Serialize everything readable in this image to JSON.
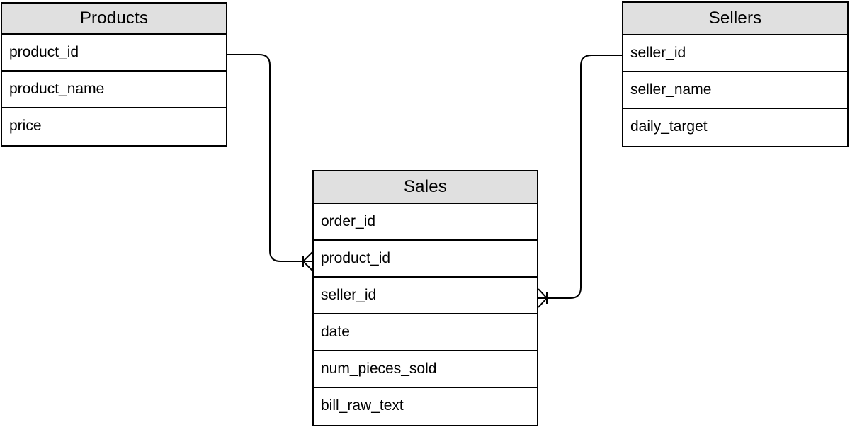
{
  "tables": [
    {
      "name": "Products",
      "columns": [
        "product_id",
        "product_name",
        "price"
      ]
    },
    {
      "name": "Sales",
      "columns": [
        "order_id",
        "product_id",
        "seller_id",
        "date",
        "num_pieces_sold",
        "bill_raw_text"
      ]
    },
    {
      "name": "Sellers",
      "columns": [
        "seller_id",
        "seller_name",
        "daily_target"
      ]
    }
  ],
  "relationships": [
    {
      "from": "Products.product_id",
      "to": "Sales.product_id",
      "from_cardinality": "one",
      "to_cardinality": "many",
      "to_marker": "crow-foot-with-tick"
    },
    {
      "from": "Sellers.seller_id",
      "to": "Sales.seller_id",
      "from_cardinality": "one",
      "to_cardinality": "many",
      "to_marker": "crow-foot-with-tick"
    }
  ],
  "colors": {
    "header_bg": "#e0e0e0",
    "row_bg": "#ffffff",
    "border": "#000000",
    "text": "#000000",
    "line": "#000000",
    "canvas_bg": "#ffffff"
  }
}
